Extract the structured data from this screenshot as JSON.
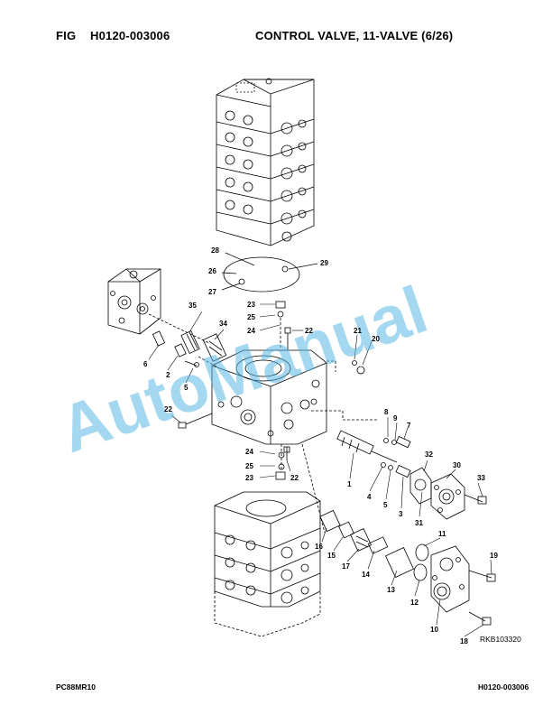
{
  "header": {
    "fig_prefix": "FIG",
    "fig_number": "H0120-003006",
    "title": "CONTROL VALVE, 11-VALVE (6/26)"
  },
  "footer": {
    "model": "PC88MR10",
    "fig_number": "H0120-003006",
    "drawing_ref": "RKB103320"
  },
  "watermark": "AutoManual",
  "callouts": {
    "c28": "28",
    "c26": "26",
    "c27": "27",
    "c29": "29",
    "c35": "35",
    "c34": "34",
    "c23a": "23",
    "c25a": "25",
    "c24a": "24",
    "c22a": "22",
    "c21": "21",
    "c20": "20",
    "c6": "6",
    "c2": "2",
    "c5a": "5",
    "c22b": "22",
    "c8": "8",
    "c9": "9",
    "c7": "7",
    "c24b": "24",
    "c25b": "25",
    "c23b": "23",
    "c22c": "22",
    "c32": "32",
    "c30": "30",
    "c33": "33",
    "c1": "1",
    "c4": "4",
    "c5b": "5",
    "c3": "3",
    "c31": "31",
    "c11": "11",
    "c19": "19",
    "c16": "16",
    "c15": "15",
    "c17": "17",
    "c14": "14",
    "c13": "13",
    "c12": "12",
    "c10": "10",
    "c18": "18"
  }
}
